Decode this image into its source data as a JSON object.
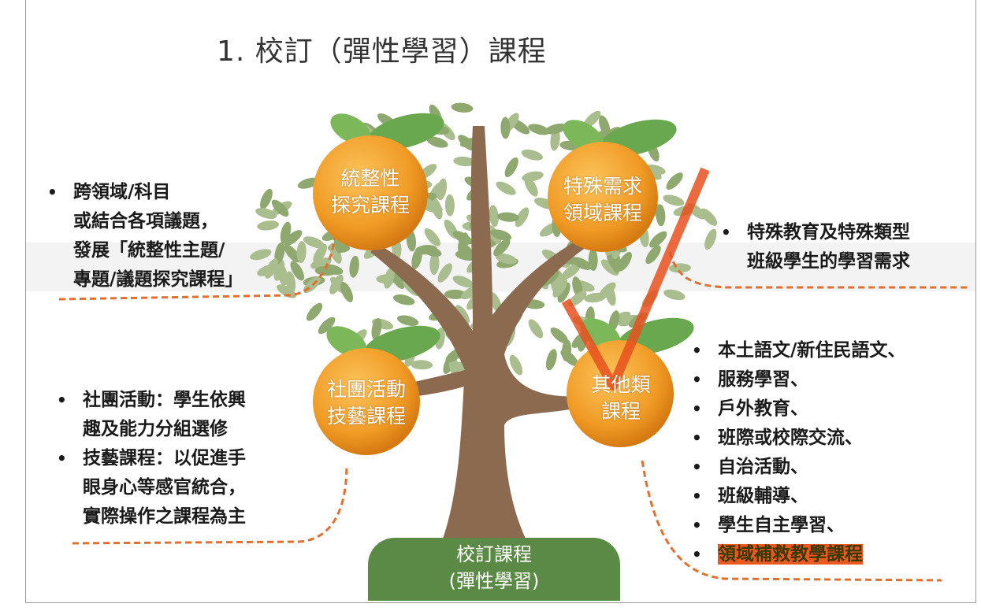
{
  "title": "1. 校訂（彈性學習）課程",
  "base": {
    "line1": "校訂課程",
    "line2": "(彈性學習)"
  },
  "oranges": [
    {
      "line1": "統整性",
      "line2": "探究課程"
    },
    {
      "line1": "特殊需求",
      "line2": "領域課程"
    },
    {
      "line1": "社團活動",
      "line2": "技藝課程"
    },
    {
      "line1": "其他類",
      "line2": "課程"
    }
  ],
  "top_left": {
    "lines": [
      "跨領域/科目",
      "或結合各項議題，",
      "發展「統整性主題/",
      "專題/議題探究課程」"
    ]
  },
  "top_right": {
    "lines": [
      "特殊教育及特殊類型",
      "班級學生的學習需求"
    ]
  },
  "bottom_left": {
    "items": [
      {
        "lines": [
          "社團活動：學生依興",
          "趣及能力分組選修"
        ]
      },
      {
        "lines": [
          "技藝課程：以促進手",
          "眼身心等感官統合，",
          "實際操作之課程為主"
        ]
      }
    ]
  },
  "bottom_right": {
    "items": [
      "本土語文/新住民語文、",
      "服務學習、",
      "戶外教育、",
      "班際或校際交流、",
      "自治活動、",
      "班級輔導、",
      "學生自主學習、",
      "領域補救教學課程"
    ]
  },
  "colors": {
    "orange": "#f0a030",
    "leaf": "#8fa870",
    "trunk": "#8b6a4f",
    "base": "#5a8a45",
    "dash": "#e07030",
    "mark": "#e8501e"
  }
}
